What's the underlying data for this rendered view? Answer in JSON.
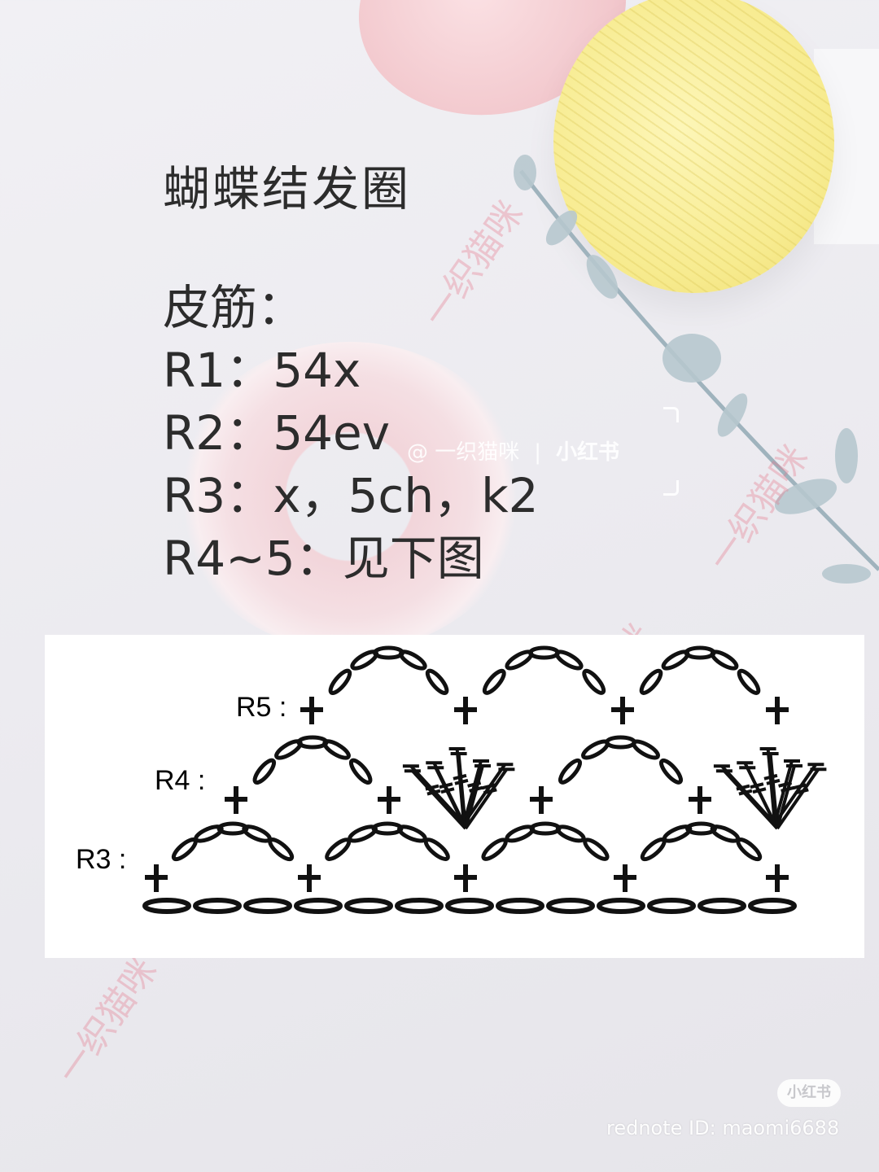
{
  "title": "蝴蝶结发圈",
  "instructions": [
    "皮筋：",
    "R1：54x",
    "R2：54ev",
    "R3：x，5ch，k2",
    "R4~5：见下图"
  ],
  "diagram": {
    "row_labels": [
      "R5 :",
      "R4 :",
      "R3 :"
    ],
    "foundation_chains": 13,
    "rows": {
      "R3": [
        "sc",
        "ch-arc",
        "sc",
        "ch-arc",
        "sc",
        "ch-arc",
        "sc",
        "ch-arc",
        "sc"
      ],
      "R4": [
        "sc",
        "ch-arc",
        "sc",
        "fan",
        "sc",
        "ch-arc",
        "sc",
        "fan"
      ],
      "R5": [
        "sc",
        "ch-arc",
        "sc",
        "ch-arc",
        "sc",
        "ch-arc",
        "sc"
      ]
    },
    "stitch_color": "#111111"
  },
  "watermark": {
    "text": "一织猫咪",
    "handle": "@ 一织猫咪",
    "separator": "|",
    "brand": "小红书",
    "color": "#e6788c"
  },
  "footer": {
    "badge": "小红书",
    "id_text": "rednote ID: maomi6688"
  },
  "colors": {
    "background": "#ecebf0",
    "pink_yarn": "#f2c8cd",
    "yellow_yarn": "#f7eb8f"
  }
}
